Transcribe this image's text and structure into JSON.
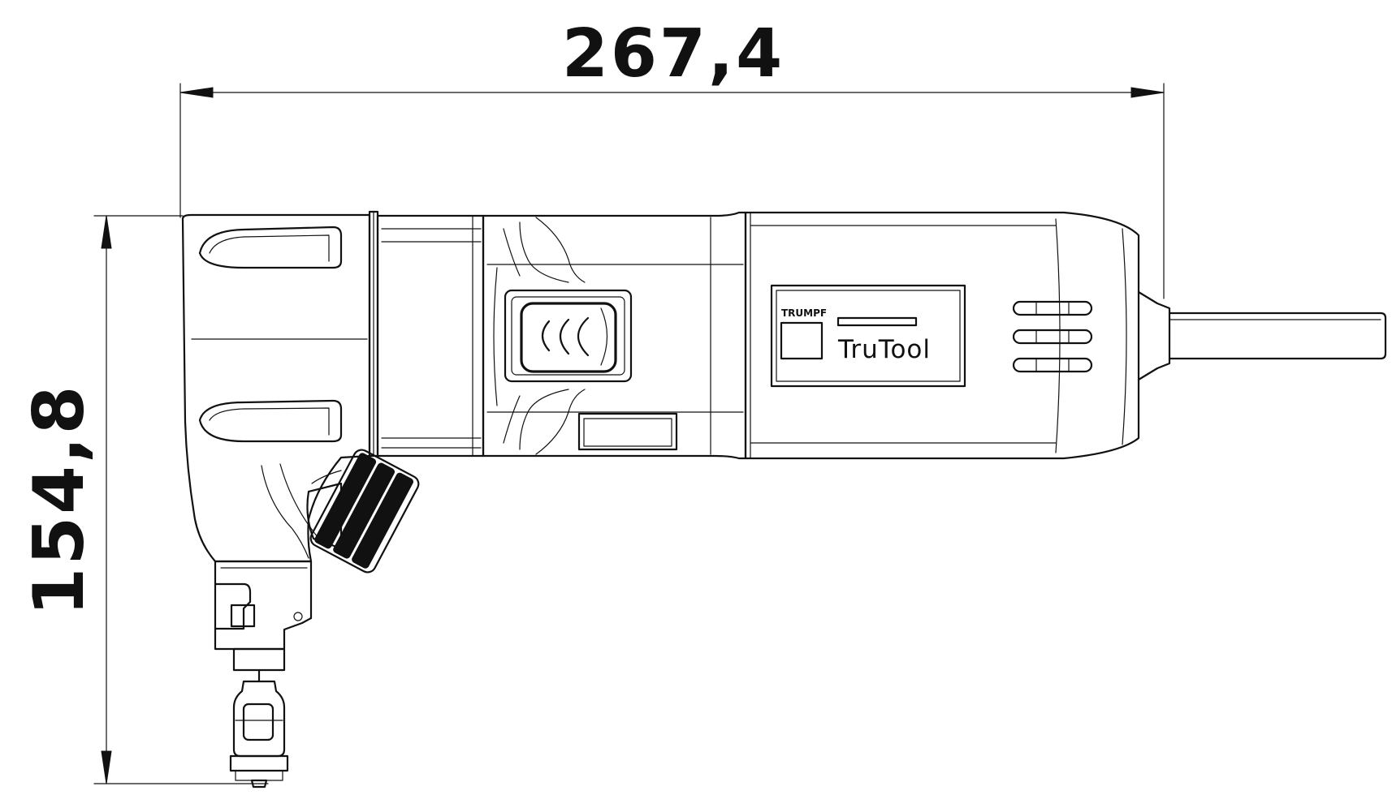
{
  "dimensions": {
    "width_label": "267,4",
    "height_label": "154,8"
  },
  "tool": {
    "brand_label": "TruTool",
    "small_label": "TRUMPF"
  }
}
